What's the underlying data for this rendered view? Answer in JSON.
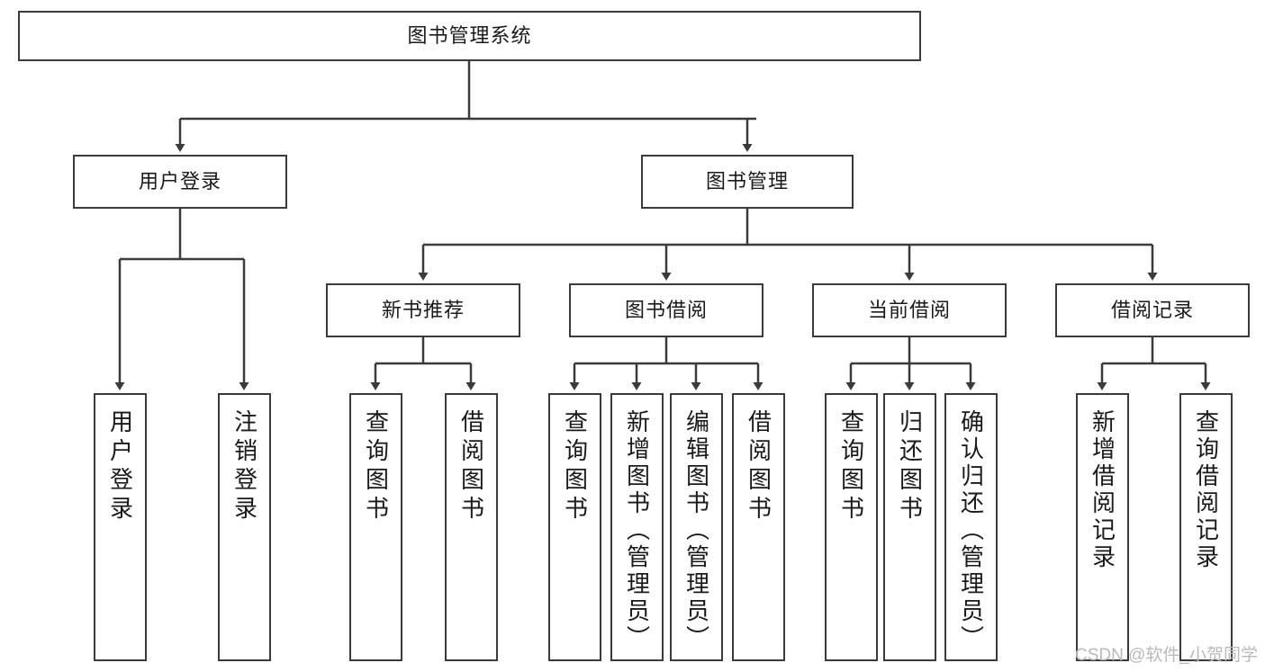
{
  "diagram": {
    "title": "图书管理系统",
    "type": "hierarchy-tree",
    "colors": {
      "stroke": "#3b3b3b",
      "fill": "#ffffff",
      "text": "#1a1a1a",
      "watermark": "#b9b9b9"
    },
    "root": {
      "label": "图书管理系统"
    },
    "level2": [
      {
        "label": "用户登录"
      },
      {
        "label": "图书管理"
      }
    ],
    "level3": [
      {
        "label": "新书推荐"
      },
      {
        "label": "图书借阅"
      },
      {
        "label": "当前借阅"
      },
      {
        "label": "借阅记录"
      }
    ],
    "leaves": {
      "user_login": [
        {
          "label": "用户登录"
        },
        {
          "label": "注销登录"
        }
      ],
      "new_book": [
        {
          "label": "查询图书"
        },
        {
          "label": "借阅图书"
        }
      ],
      "book_borrow": [
        {
          "label": "查询图书"
        },
        {
          "label": "新增图书（管理员）"
        },
        {
          "label": "编辑图书（管理员）"
        },
        {
          "label": "借阅图书"
        }
      ],
      "current_borrow": [
        {
          "label": "查询图书"
        },
        {
          "label": "归还图书"
        },
        {
          "label": "确认归还（管理员）"
        }
      ],
      "borrow_record": [
        {
          "label": "新增借阅记录"
        },
        {
          "label": "查询借阅记录"
        }
      ]
    }
  },
  "watermark": {
    "text": "CSDN @软件_小贺同学"
  }
}
